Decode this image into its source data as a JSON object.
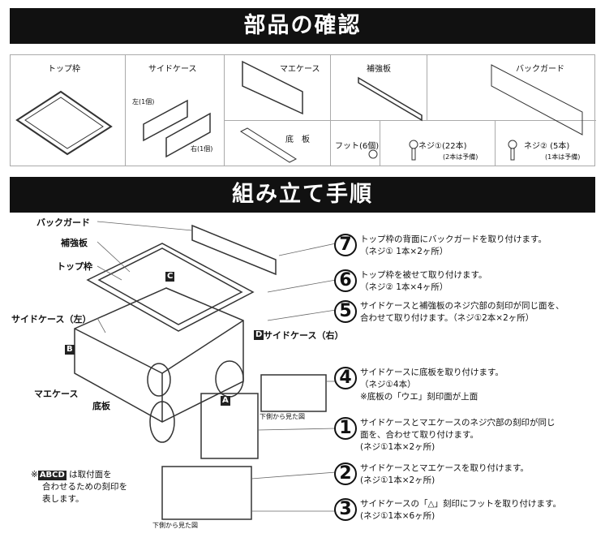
{
  "titles": {
    "parts": "部品の確認",
    "assembly": "組み立て手順"
  },
  "parts": {
    "top_frame": "トップ枠",
    "side_case": "サイドケース",
    "left": "左(1個)",
    "right": "右(1個)",
    "front_case": "マエケース",
    "bottom_board": "底　板",
    "reinforce": "補強板",
    "back_guard": "バックガード",
    "foot": "フット(6個)",
    "screw1": "ネジ①(22本)",
    "screw1_note": "(2本は予備)",
    "screw2": "ネジ② (5本)",
    "screw2_note": "(1本は予備)"
  },
  "diagram": {
    "back_guard": "バックガード",
    "reinforce": "補強板",
    "top_frame": "トップ枠",
    "side_left": "サイドケース（左）",
    "side_right": "サイドケース（右）",
    "front_case": "マエケース",
    "bottom": "底板",
    "mark_a": "A",
    "mark_b": "B",
    "mark_c": "C",
    "mark_d": "D",
    "view_from_below_1": "下側から見た図",
    "view_from_below_2": "下側から見た図",
    "note_marks": "ABCD",
    "note_text1": "は取付面を",
    "note_text2": "合わせるための刻印を",
    "note_text3": "表します。",
    "note_prefix": "※"
  },
  "steps": [
    {
      "num": "7",
      "line1": "トップ枠の背面にバックガードを取り付けます。",
      "line2": "（ネジ① 1本×2ヶ所）"
    },
    {
      "num": "6",
      "line1": "トップ枠を被せて取り付けます。",
      "line2": "（ネジ② 1本×4ヶ所）"
    },
    {
      "num": "5",
      "line1": "サイドケースと補強板のネジ穴部の刻印が同じ面を、",
      "line2": "合わせて取り付けます。（ネジ①2本×2ヶ所）"
    },
    {
      "num": "4",
      "line1": "サイドケースに底板を取り付けます。",
      "line2": "（ネジ①4本）",
      "line3": "※底板の「ウエ」刻印面が上面"
    },
    {
      "num": "1",
      "line1": "サイドケースとマエケースのネジ穴部の刻印が同じ",
      "line2": "面を、合わせて取り付けます。",
      "line3": "(ネジ①1本×2ヶ所)"
    },
    {
      "num": "2",
      "line1": "サイドケースとマエケースを取り付けます。",
      "line2": "(ネジ①1本×2ヶ所)"
    },
    {
      "num": "3",
      "line1": "サイドケースの「△」刻印にフットを取り付けます。",
      "line2": "(ネジ①1本×6ヶ所)"
    }
  ]
}
